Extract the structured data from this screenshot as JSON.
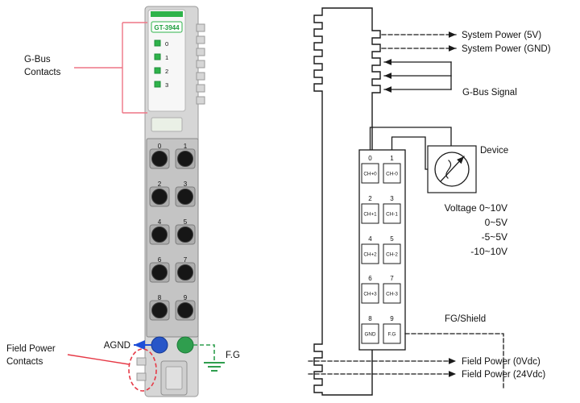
{
  "left_module": {
    "model": "GT-3944",
    "gbus_label_line1": "G-Bus",
    "gbus_label_line2": "Contacts",
    "led_labels": [
      "0",
      "1",
      "2",
      "3"
    ],
    "terminal_numbers": [
      "0",
      "1",
      "2",
      "3",
      "4",
      "5",
      "6",
      "7",
      "8",
      "9"
    ],
    "agnd_label": "AGND",
    "fg_label": "F.G",
    "field_power_line1": "Field Power",
    "field_power_line2": "Contacts"
  },
  "right_diagram": {
    "system_power_5v": "System Power (5V)",
    "system_power_gnd": "System Power (GND)",
    "gbus_signal": "G-Bus Signal",
    "device_label": "Device",
    "voltage_lines": [
      "Voltage 0~10V",
      "0~5V",
      "-5~5V",
      "-10~10V"
    ],
    "fg_shield": "FG/Shield",
    "field_power_0v": "Field Power (0Vdc)",
    "field_power_24v": "Field Power (24Vdc)",
    "terminals": [
      {
        "num": "0",
        "label": "CH+0"
      },
      {
        "num": "1",
        "label": "CH-0"
      },
      {
        "num": "2",
        "label": "CH+1"
      },
      {
        "num": "3",
        "label": "CH-1"
      },
      {
        "num": "4",
        "label": "CH+2"
      },
      {
        "num": "5",
        "label": "CH-2"
      },
      {
        "num": "6",
        "label": "CH+3"
      },
      {
        "num": "7",
        "label": "CH-3"
      },
      {
        "num": "8",
        "label": "GND"
      },
      {
        "num": "9",
        "label": "F.G"
      }
    ]
  },
  "colors": {
    "green": "#2eb34a",
    "terminal_green": "#2f9e4e",
    "terminal_blue": "#2856c8",
    "arrow_blue": "#1d4ed8",
    "red": "#e63946",
    "bracket_red": "#ee7585",
    "line_black": "#1a1a1a",
    "module_gray": "#d6d6d6"
  }
}
